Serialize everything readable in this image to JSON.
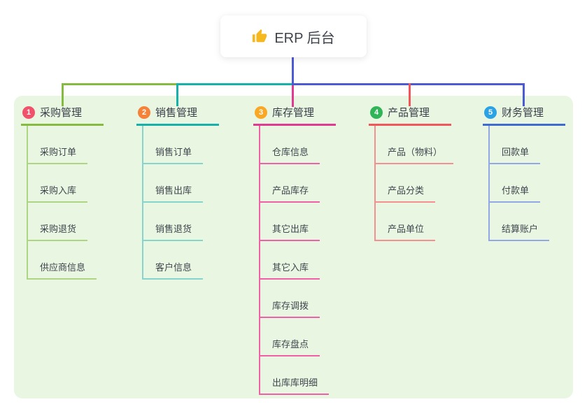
{
  "root": {
    "label": "ERP 后台",
    "icon": "thumbs-up-icon",
    "icon_color": "#f5b81e"
  },
  "colors": {
    "connector_indigo": "#4c5bd4",
    "panel_background": "#e8f6e2",
    "root_card_background": "#ffffff",
    "text_dark": "#393e48"
  },
  "branches": [
    {
      "num": "1",
      "label": "采购管理",
      "badge_color": "#f0516b",
      "color": "#85bb40",
      "light_color": "#aed584",
      "children": [
        "采购订单",
        "采购入库",
        "采购退货",
        "供应商信息"
      ]
    },
    {
      "num": "2",
      "label": "销售管理",
      "badge_color": "#f58238",
      "color": "#16b1ab",
      "light_color": "#86d5cd",
      "children": [
        "销售订单",
        "销售出库",
        "销售退货",
        "客户信息"
      ]
    },
    {
      "num": "3",
      "label": "库存管理",
      "badge_color": "#f9a825",
      "color": "#e03a92",
      "light_color": "#f160a6",
      "children": [
        "仓库信息",
        "产品库存",
        "其它出库",
        "其它入库",
        "库存调拨",
        "库存盘点",
        "出库库明细"
      ]
    },
    {
      "num": "4",
      "label": "产品管理",
      "badge_color": "#2fb457",
      "color": "#f2555a",
      "light_color": "#f58f91",
      "children": [
        "产品（物料）",
        "产品分类",
        "产品单位"
      ]
    },
    {
      "num": "5",
      "label": "财务管理",
      "badge_color": "#2ba2e3",
      "color": "#3f6ad1",
      "light_color": "#92a7e4",
      "children": [
        "回款单",
        "付款单",
        "结算账户"
      ]
    }
  ]
}
